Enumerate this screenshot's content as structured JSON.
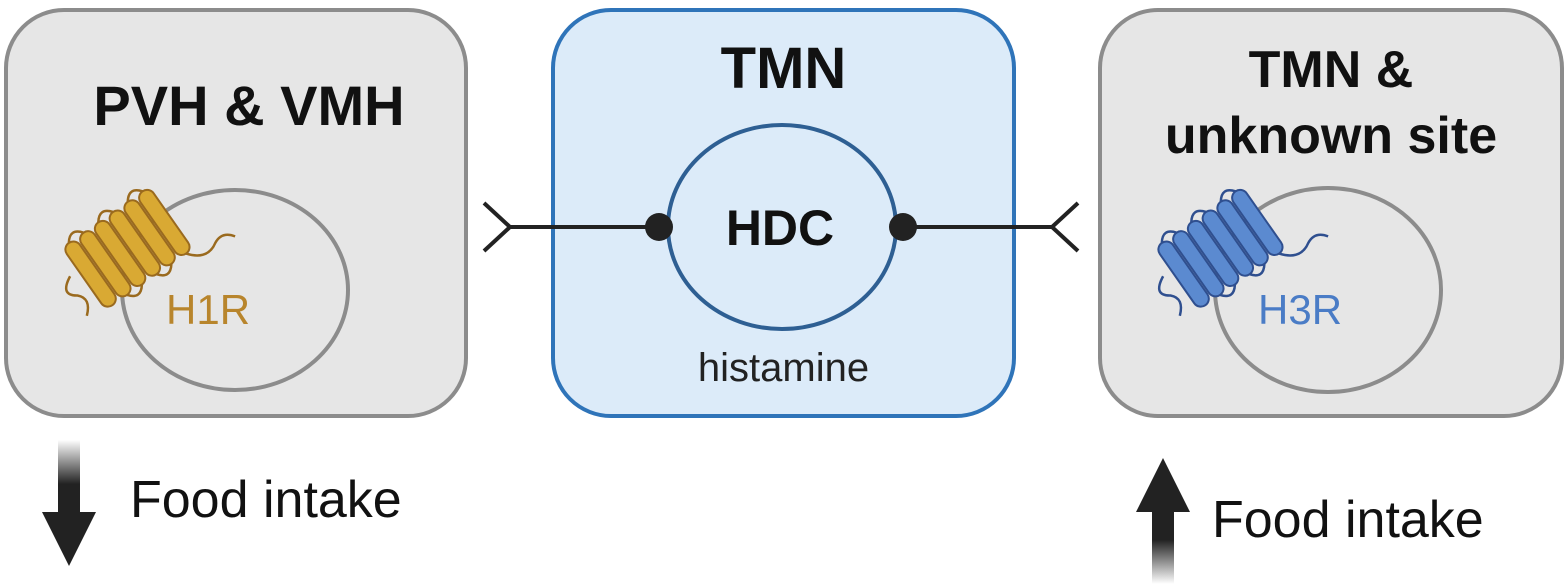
{
  "left_box": {
    "title": "PVH & VMH",
    "receptor": "H1R",
    "effect": "Food intake",
    "effect_direction": "down",
    "receptor_color": "#d9a933"
  },
  "center_box": {
    "title": "TMN",
    "enzyme": "HDC",
    "transmitter": "histamine",
    "border_color": "#2f74b9",
    "fill_color": "#dcebf9"
  },
  "right_box": {
    "title_line1": "TMN &",
    "title_line2": "unknown site",
    "receptor": "H3R",
    "effect": "Food intake",
    "effect_direction": "up",
    "receptor_color": "#5b8ad0"
  }
}
